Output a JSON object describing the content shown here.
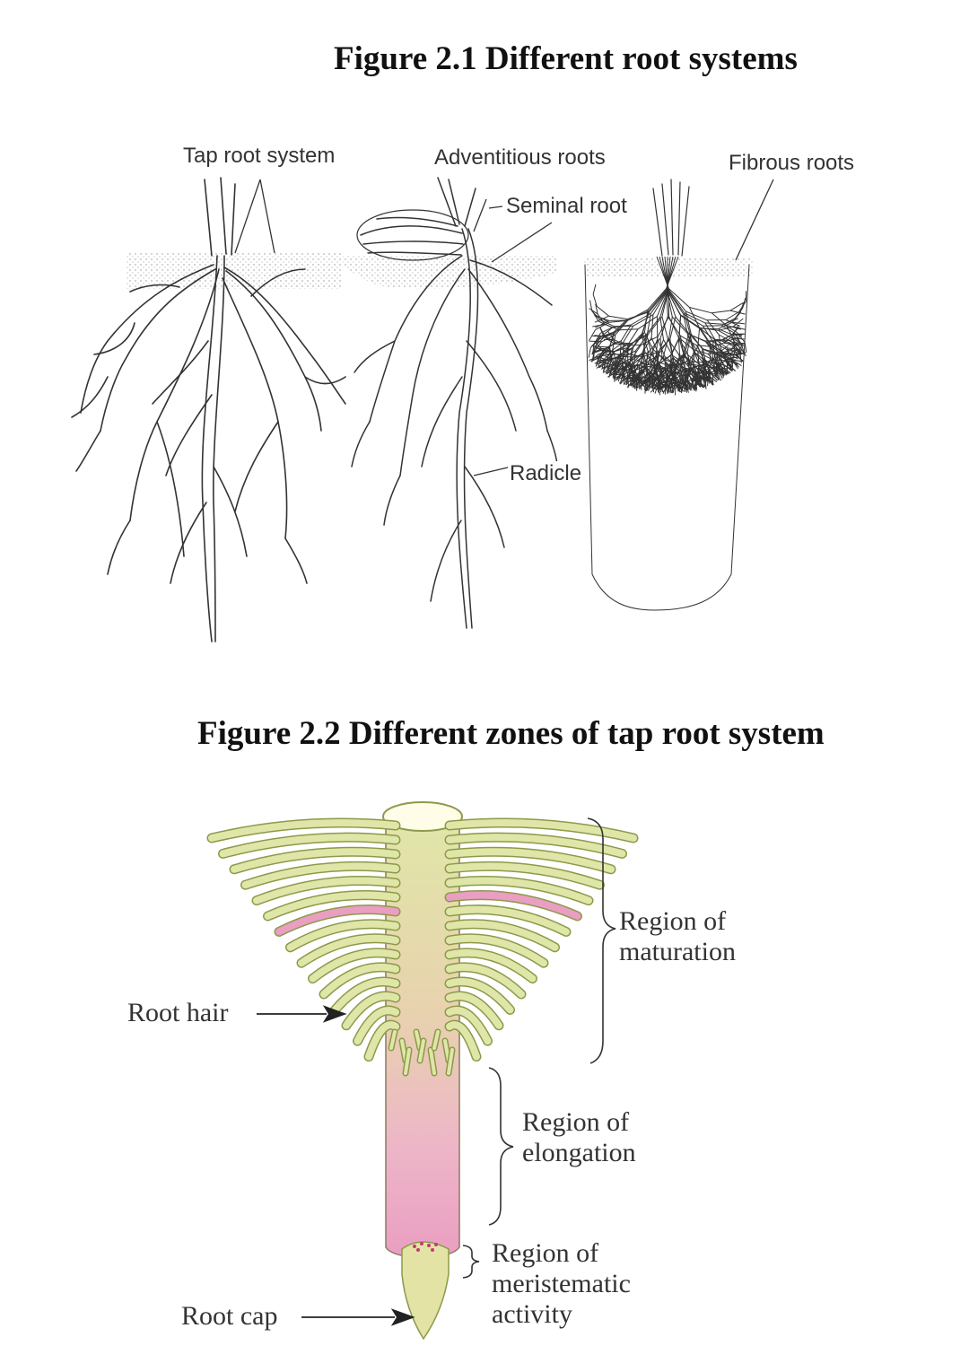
{
  "figure1": {
    "title": "Figure 2.1 Different root systems",
    "labels": {
      "tap_root_system": "Tap root system",
      "adventitious_roots": "Adventitious roots",
      "seminal_root": "Seminal root",
      "fibrous_roots": "Fibrous roots",
      "radicle": "Radicle"
    }
  },
  "figure2": {
    "title": "Figure 2.2 Different zones of tap root system",
    "labels": {
      "maturation_1": "Region of",
      "maturation_2": "maturation",
      "elongation_1": "Region of",
      "elongation_2": "elongation",
      "meristematic_1": "Region of",
      "meristematic_2": "meristematic",
      "meristematic_3": "activity",
      "root_hair": "Root hair",
      "root_cap": "Root cap"
    },
    "colors": {
      "hair_fill": "#dfe6a8",
      "hair_stroke": "#8c9a4a",
      "pink": "#ea9ec2",
      "root_top": "#e8d2ae",
      "cap": "#e2e3a4"
    }
  }
}
